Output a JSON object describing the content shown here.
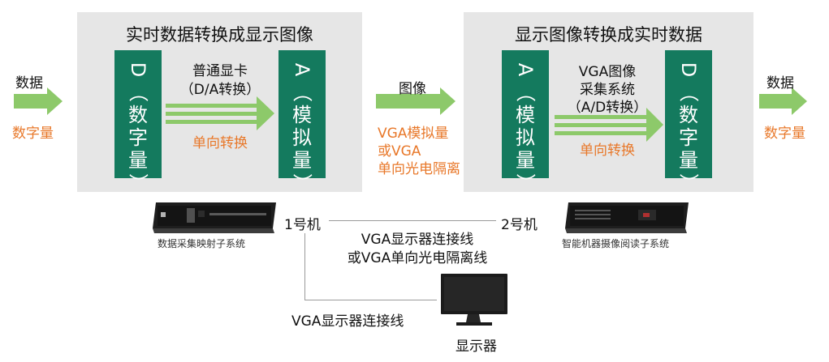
{
  "left_panel": {
    "title": "实时数据转换成显示图像",
    "box_d": {
      "letter": "D",
      "paren_open": "（",
      "chars": [
        "数",
        "字",
        "量"
      ],
      "paren_close": "）"
    },
    "box_a": {
      "letter": "A",
      "paren_open": "（",
      "chars": [
        "模",
        "拟",
        "量"
      ],
      "paren_close": "）"
    },
    "card_line1": "普通显卡",
    "card_line2": "（D/A转换）",
    "direction": "单向转换"
  },
  "right_panel": {
    "title": "显示图像转换成实时数据",
    "box_a": {
      "letter": "A",
      "paren_open": "（",
      "chars": [
        "模",
        "拟",
        "量"
      ],
      "paren_close": "）"
    },
    "box_d": {
      "letter": "D",
      "paren_open": "（",
      "chars": [
        "数",
        "字",
        "量"
      ],
      "paren_close": "）"
    },
    "capture_line1": "VGA图像",
    "capture_line2": "采集系统",
    "capture_line3": "（A/D转换）",
    "direction": "单向转换"
  },
  "input": {
    "top": "数据",
    "bottom": "数字量"
  },
  "middle": {
    "top": "图像",
    "line1": "VGA模拟量",
    "line2": "或VGA",
    "line3": "单向光电隔离"
  },
  "output": {
    "top": "数据",
    "bottom": "数字量"
  },
  "machine1": {
    "label": "1号机",
    "caption": "数据采集映射子系统"
  },
  "machine2": {
    "label": "2号机",
    "caption": "智能机器摄像阅读子系统"
  },
  "link": {
    "line1": "VGA显示器连接线",
    "line2": "或VGA单向光电隔离线"
  },
  "monitor": {
    "cable": "VGA显示器连接线",
    "label": "显示器"
  },
  "colors": {
    "green_box": "#147a5e",
    "arrow": "#8dc96a",
    "orange": "#e8782a",
    "panel": "#e6e6e6"
  }
}
